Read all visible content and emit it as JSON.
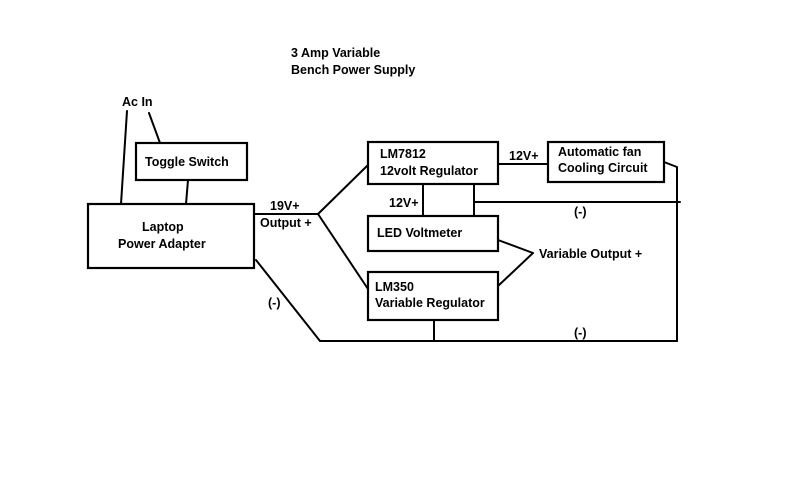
{
  "title": {
    "line1": "3 Amp Variable",
    "line2": "Bench Power Supply"
  },
  "labels": {
    "ac_in": "Ac In",
    "v19": "19V+",
    "output_plus": "Output +",
    "v12_top": "12V+",
    "v12_mid": "12V+",
    "variable_output": "Variable Output +",
    "neg_right": "(-)",
    "neg_left": "(-)",
    "neg_bottom": "(-)"
  },
  "blocks": {
    "toggle_switch": {
      "line1": "Toggle Switch"
    },
    "laptop_adapter": {
      "line1": "Laptop",
      "line2": "Power Adapter"
    },
    "lm7812": {
      "line1": "LM7812",
      "line2": "12volt Regulator"
    },
    "fan": {
      "line1": "Automatic fan",
      "line2": "Cooling Circuit"
    },
    "voltmeter": {
      "line1": "LED Voltmeter"
    },
    "lm350": {
      "line1": "LM350",
      "line2": "Variable Regulator"
    }
  }
}
